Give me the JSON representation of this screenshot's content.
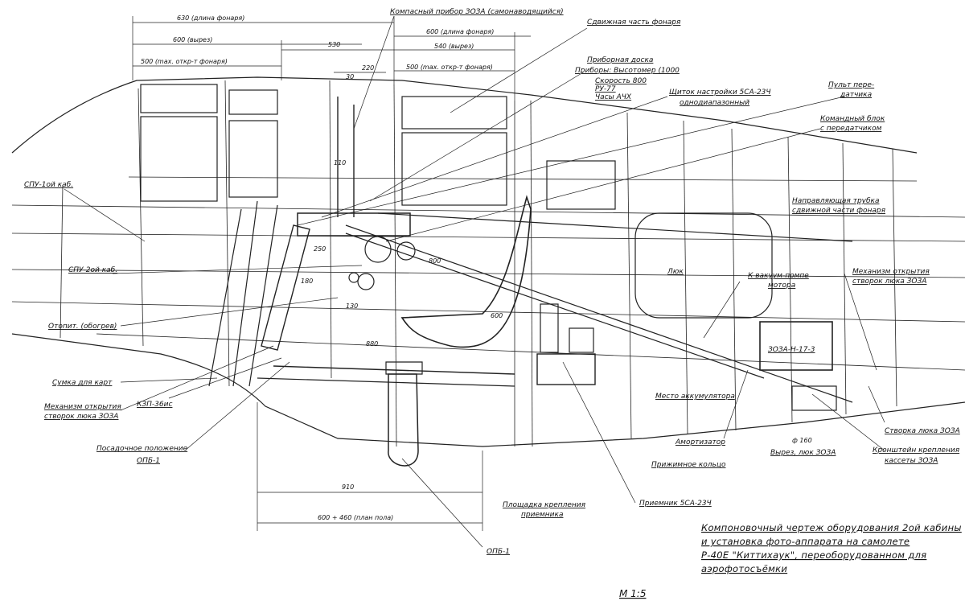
{
  "dimensions": {
    "d630": "630 (длина фонаря)",
    "d600v": "600 (вырез)",
    "d500": "500 (max. откр-т фонаря)",
    "d530": "530",
    "d540": "540 (вырез)",
    "d500b": "500 (max. откр-т фонаря)",
    "d600f": "600 (длина фонаря)",
    "d220": "220",
    "d30": "30",
    "d910": "910",
    "d600p": "600 + 460 (план пола)",
    "d180": "180",
    "d130": "130",
    "d800": "800",
    "d880": "880",
    "d250": "250",
    "d10": "110",
    "d600v2": "600",
    "d160": "ф 160"
  },
  "labels": {
    "kompas": "Компасный прибор ЗОЗА (самонаводящийся)",
    "sdv": "Сдвижная часть фонаря",
    "pribornaya": "Приборная доска",
    "pribory": "Приборы: Высотомер (1000",
    "skorost": "Скорость 800",
    "rvu": "РУ-77",
    "chasy": "Часы АЧХ",
    "shchitok": "Щиток настройки 5СА-23Ч",
    "odnoob": "однодиапазонный",
    "pulton": "Пульт пере-",
    "datchika": "датчика",
    "komand": "Командный блок",
    "sperd": "с передатчиком",
    "spu1": "СПУ-1ой каб.",
    "spu2": "СПУ-2ой каб.",
    "napravl": "Направляющая трубка",
    "sdvizh": "сдвижной части фонаря",
    "lyuk": "Люк",
    "vakuum": "К вакуум-помпе",
    "motora": "мотора",
    "mehan": "Механизм открытия",
    "stvorok": "створок люка ЗОЗА",
    "otopit": "Отопит. (обогрев)",
    "sumka": "Сумка для карт",
    "mehan2": "Механизм открытия",
    "stvorok2": "створок люка ЗОЗА",
    "kzp": "КЗП-36ис",
    "posad": "Посадочное положение",
    "opb1": "ОПБ-1",
    "opb2": "ОПБ-1",
    "zoza": "ЗОЗА-Н-17-3",
    "akkum": "Место аккумулятора",
    "amort": "Амортизатор",
    "prizh": "Прижимное кольцо",
    "vyrez": "Вырез, люк ЗОЗА",
    "stvorka": "Створка люка ЗОЗА",
    "kronsht": "Кронштейн крепления",
    "kassety": "кассеты ЗОЗА",
    "ploshch": "Площадка крепления",
    "priemn": "приемника",
    "priemnik": "Приемник 5СА-23Ч"
  },
  "title": {
    "line1": "Компоновочный чертеж оборудования 2ой кабины",
    "line2": "и установка фото-аппарата на самолете",
    "line3": "Р-40Е \"Киттихаук\", переоборудованном для",
    "line4": "аэрофотосъёмки"
  },
  "scale": "М 1:5"
}
